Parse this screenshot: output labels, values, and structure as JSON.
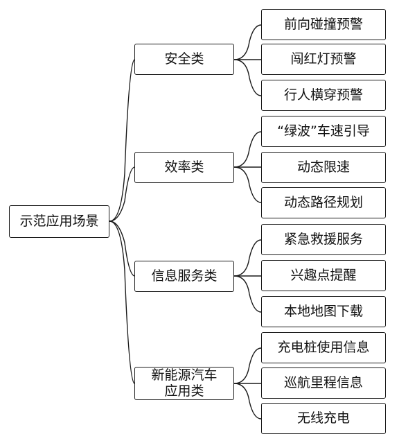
{
  "root": {
    "label": "示范应用场景"
  },
  "categories": [
    {
      "label": "安全类",
      "children": [
        "前向碰撞预警",
        "闯红灯预警",
        "行人横穿预警"
      ]
    },
    {
      "label": "效率类",
      "children": [
        "“绿波”车速引导",
        "动态限速",
        "动态路径规划"
      ]
    },
    {
      "label": "信息服务类",
      "children": [
        "紧急救援服务",
        "兴趣点提醒",
        "本地地图下载"
      ]
    },
    {
      "label_lines": [
        "新能源汽车",
        "应用类"
      ],
      "children": [
        "充电桩使用信息",
        "巡航里程信息",
        "无线充电"
      ]
    }
  ]
}
